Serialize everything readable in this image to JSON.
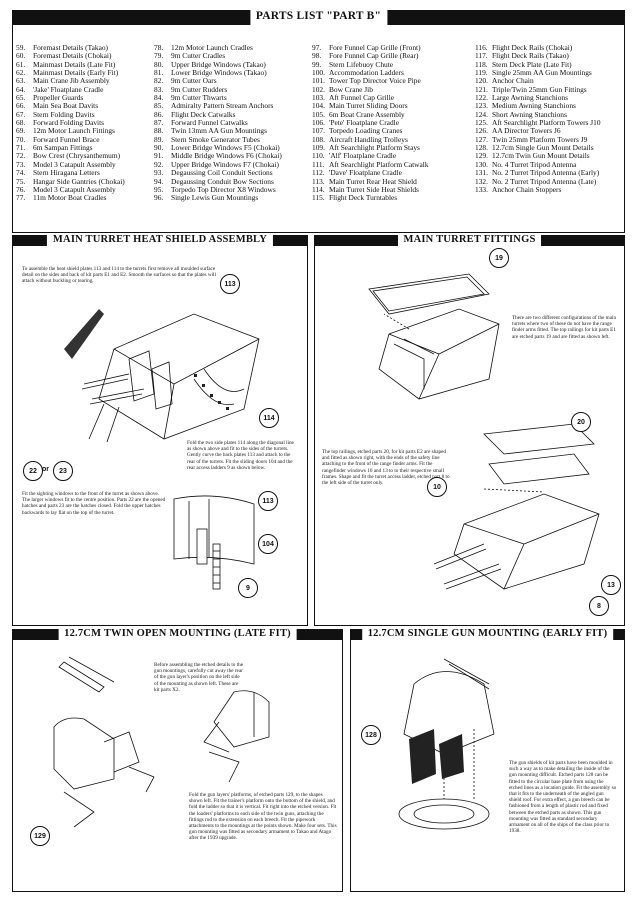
{
  "parts_list": {
    "title": "PARTS LIST \"PART B\"",
    "columns": [
      [
        {
          "n": "59.",
          "t": "Foremast Details (Takao)"
        },
        {
          "n": "60.",
          "t": "Foremast Details (Chokai)"
        },
        {
          "n": "61.",
          "t": "Mainmast Details (Late Fit)"
        },
        {
          "n": "62.",
          "t": "Mainmast Details (Early Fit)"
        },
        {
          "n": "63.",
          "t": "Main Crane Jib Assembly"
        },
        {
          "n": "64.",
          "t": "'Jake' Floatplane Cradle"
        },
        {
          "n": "65.",
          "t": "Propeller Guards"
        },
        {
          "n": "66.",
          "t": "Main Sea Boat Davits"
        },
        {
          "n": "67.",
          "t": "Stern Folding Davits"
        },
        {
          "n": "68.",
          "t": "Forward Folding Davits"
        },
        {
          "n": "69.",
          "t": "12m Motor Launch Fittings"
        },
        {
          "n": "70.",
          "t": "Forward Funnel Brace"
        },
        {
          "n": "71.",
          "t": "6m Sampan Fittings"
        },
        {
          "n": "72.",
          "t": "Bow Crest (Chrysanthemum)"
        },
        {
          "n": "73.",
          "t": "Model 3 Catapult Assembly"
        },
        {
          "n": "74.",
          "t": "Stern Hiragana Letters"
        },
        {
          "n": "75.",
          "t": "Hangar Side Gantries (Chokai)"
        },
        {
          "n": "76.",
          "t": "Model 3 Catapult Assembly"
        },
        {
          "n": "77.",
          "t": "11m Motor Boat Cradles"
        }
      ],
      [
        {
          "n": "78.",
          "t": "12m Motor Launch Cradles"
        },
        {
          "n": "79.",
          "t": "9m Cutter Cradles"
        },
        {
          "n": "80.",
          "t": "Upper Bridge Windows (Takao)"
        },
        {
          "n": "81.",
          "t": "Lower Bridge Windows (Takao)"
        },
        {
          "n": "82.",
          "t": "9m Cutter Oars"
        },
        {
          "n": "83.",
          "t": "9m Cutter Rudders"
        },
        {
          "n": "84.",
          "t": "9m Cutter Thwarts"
        },
        {
          "n": "85.",
          "t": "Admiralty Pattern Stream Anchors"
        },
        {
          "n": "86.",
          "t": "Flight Deck Catwalks"
        },
        {
          "n": "87.",
          "t": "Forward Funnel Catwalks"
        },
        {
          "n": "88.",
          "t": "Twin 13mm AA Gun Mountings"
        },
        {
          "n": "89.",
          "t": "Stern Smoke Generator Tubes"
        },
        {
          "n": "90.",
          "t": "Lower Bridge Windows F5 (Chokai)"
        },
        {
          "n": "91.",
          "t": "Middle Bridge Windows F6 (Chokai)"
        },
        {
          "n": "92.",
          "t": "Upper Bridge Windows F7 (Chokai)"
        },
        {
          "n": "93.",
          "t": "Degaussing Coil Conduit Sections"
        },
        {
          "n": "94.",
          "t": "Degaussing Conduit Bow Sections"
        },
        {
          "n": "95.",
          "t": "Torpedo Top Director X8 Windows"
        },
        {
          "n": "96.",
          "t": "Single Lewis Gun Mountings"
        }
      ],
      [
        {
          "n": "97.",
          "t": "Fore Funnel Cap Grille (Front)"
        },
        {
          "n": "98.",
          "t": "Fore Funnel Cap Grille (Rear)"
        },
        {
          "n": "99.",
          "t": "Stern Lifebuoy Chute"
        },
        {
          "n": "100.",
          "t": "Accommodation Ladders"
        },
        {
          "n": "101.",
          "t": "Tower Top Director Voice Pipe"
        },
        {
          "n": "102.",
          "t": "Bow Crane Jib"
        },
        {
          "n": "103.",
          "t": "Aft Funnel Cap Grille"
        },
        {
          "n": "104.",
          "t": "Main Turret Sliding Doors"
        },
        {
          "n": "105.",
          "t": "6m Boat Crane Assembly"
        },
        {
          "n": "106.",
          "t": "'Pete' Floatplane Cradle"
        },
        {
          "n": "107.",
          "t": "Torpedo Loading Cranes"
        },
        {
          "n": "108.",
          "t": "Aircraft Handling Trolleys"
        },
        {
          "n": "109.",
          "t": "Aft Searchlight Platform Stays"
        },
        {
          "n": "110.",
          "t": "'Alf' Floatplane Cradle"
        },
        {
          "n": "111.",
          "t": "Aft Searchlight Platform Catwalk"
        },
        {
          "n": "112.",
          "t": "'Dave' Floatplane Cradle"
        },
        {
          "n": "113.",
          "t": "Main Turret Rear Heat Shield"
        },
        {
          "n": "114.",
          "t": "Main Turret Side Heat Shields"
        },
        {
          "n": "115.",
          "t": "Flight Deck Turntables"
        }
      ],
      [
        {
          "n": "116.",
          "t": "Flight Deck Rails (Chokai)"
        },
        {
          "n": "117.",
          "t": "Flight Deck Rails (Takao)"
        },
        {
          "n": "118.",
          "t": "Stern Deck Plate (Late Fit)"
        },
        {
          "n": "119.",
          "t": "Single 25mm AA Gun Mountings"
        },
        {
          "n": "120.",
          "t": "Anchor Chain"
        },
        {
          "n": "121.",
          "t": "Triple/Twin 25mm Gun Fittings"
        },
        {
          "n": "122.",
          "t": "Large Awning Stanchions"
        },
        {
          "n": "123.",
          "t": "Medium Awning Stanchions"
        },
        {
          "n": "124.",
          "t": "Short Awning Stanchions"
        },
        {
          "n": "125.",
          "t": "Aft Searchlight Platform Towers J10"
        },
        {
          "n": "126.",
          "t": "AA Director Towers J6"
        },
        {
          "n": "127.",
          "t": "Twin 25mm Platform Towers J9"
        },
        {
          "n": "128.",
          "t": "12.7cm Single Gun Mount Details"
        },
        {
          "n": "129.",
          "t": "12.7cm Twin Gun Mount Details"
        },
        {
          "n": "130.",
          "t": "No. 4 Turret Tripod Antenna"
        },
        {
          "n": "131.",
          "t": "No. 2 Turret Tripod Antenna (Early)"
        },
        {
          "n": "132.",
          "t": "No. 2 Turret Tripod Antenna (Late)"
        },
        {
          "n": "133.",
          "t": "Anchor Chain Stoppers"
        }
      ]
    ]
  },
  "heat_shield": {
    "title": "MAIN TURRET HEAT SHIELD ASSEMBLY",
    "note1": "To assemble the heat shield plates 113 and 114 to the turrets first remove all moulded surface detail on the sides and back of kit parts E1 and E2. Smooth the surfaces so that the plates will attach without buckling or tearing.",
    "note2": "Fold the two side plates 114 along the diagonal line as shown above and fit to the sides of the turrets. Gently curve the back plates 113 and attach to the rear of the turrets. Fit the sliding doors 104 and the rear access ladders 9 as shown below.",
    "note3": "Fit the sighting windows to the front of the turret as shown above. The larger windows fit to the centre position. Parts 22 are the opened hatches and parts 23 are the hatches closed. Fold the upper hatches backwards to lay flat on the top of the turret.",
    "callouts": [
      "113",
      "114",
      "22",
      "23",
      "113",
      "104",
      "9"
    ],
    "or_word": "or"
  },
  "turret_fittings": {
    "title": "MAIN TURRET FITTINGS",
    "note1": "There are two different configurations of the main turrets where two of these do not have the range finder arms fitted. The top railings for kit parts E1 are etched parts 19 and are fitted as shown left.",
    "note2": "The top railings, etched parts 20, for kit parts E2 are shaped and fitted as shown right, with the ends of the safety line attaching to the front of the range finder arms. Fit the rangefinder windows 10 and 13 to to their respective small frames. Shape and fit the turret access ladder, etched part 8 to the left side of the turret only.",
    "callouts": [
      "19",
      "20",
      "10",
      "13",
      "8"
    ]
  },
  "twin_mount": {
    "title": "12.7CM TWIN OPEN MOUNTING (LATE FIT)",
    "note1": "Before assembling the etched details to the gun mountings, carefully cut away the rear of the gun layer's position on the left side of the mounting as shown left. These are kit parts X2.",
    "note2": "Fold the gun layers' platforms, of etched parts 129, to the shapes shown left. Fit the trainer's platform onto the bottom of the shield, and fold the ladder so that it is vertical. Fit right into the etched version. Fit the loaders' platforms to each side of the twin guns, attaching the fittings rod to the extension on each breech. Fit the pipework attachments to the mountings at the points shown. Make four sets. This gun mounting was fitted as secondary armament to Takao and Atago after the 1939 upgrade.",
    "callouts": [
      "129"
    ]
  },
  "single_mount": {
    "title": "12.7CM SINGLE GUN MOUNTING (EARLY FIT)",
    "note1": "The gun shields of kit parts have been moulded in such a way as to make detailing the inside of the gun mounting difficult. Etched parts 128 can be fitted to the circular base plate from using the etched lines as a location guide. Fit the assembly so that it fits to the underneath of the angled gun shield roof. For extra effect, a gun breech can be fashioned from a length of plastic rod and fixed between the etched parts as shown. This gun mounting was fitted as standard secondary armament on all of the ships of the class prior to 1938.",
    "callouts": [
      "128"
    ]
  }
}
